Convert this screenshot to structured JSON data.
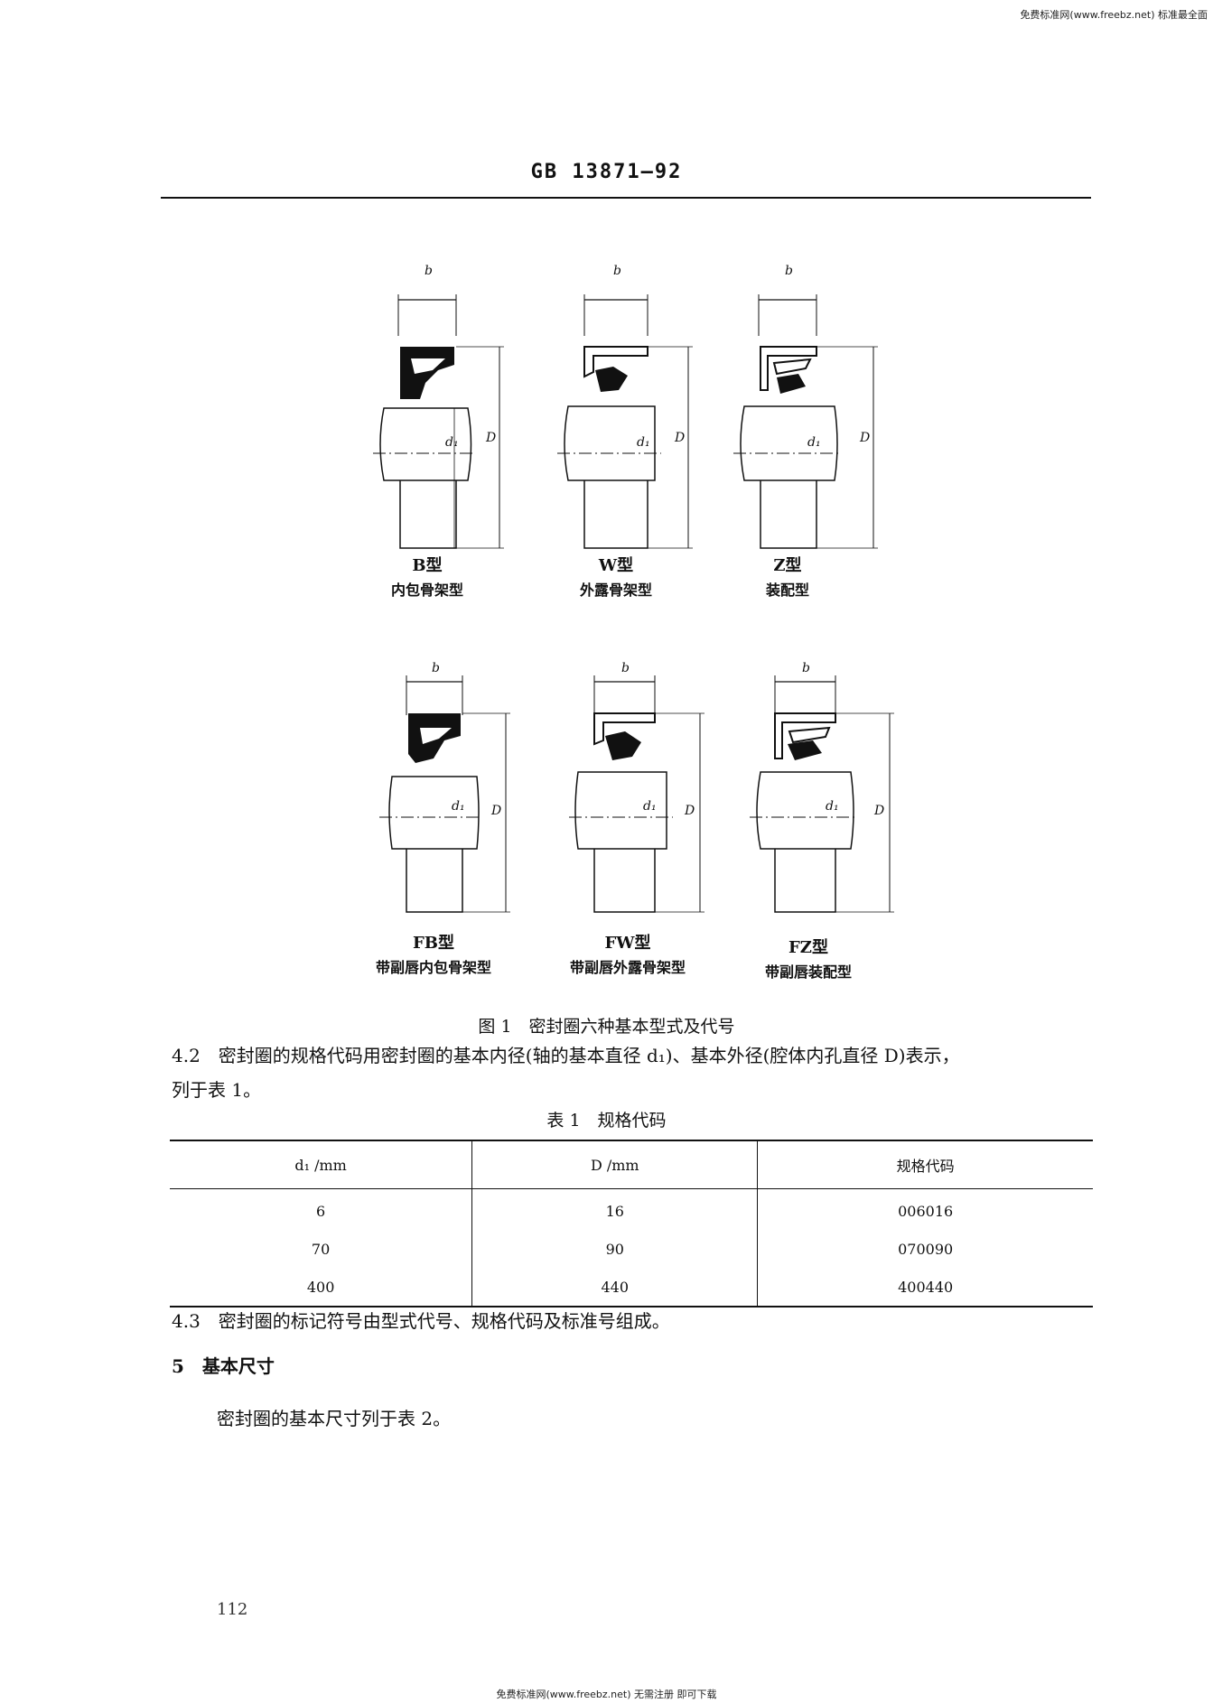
{
  "watermark_top": "免费标准网(www.freebz.net) 标准最全面",
  "header": {
    "standard_number": "GB 13871—92"
  },
  "figure": {
    "dim_b": "b",
    "dim_d1": "d₁",
    "dim_D": "D",
    "types": [
      {
        "code": "B型",
        "name": "内包骨架型"
      },
      {
        "code": "W型",
        "name": "外露骨架型"
      },
      {
        "code": "Z型",
        "name": "装配型"
      },
      {
        "code": "FB型",
        "name": "带副唇内包骨架型"
      },
      {
        "code": "FW型",
        "name": "带副唇外露骨架型"
      },
      {
        "code": "FZ型",
        "name": "带副唇装配型"
      }
    ],
    "caption": "图 1　密封圈六种基本型式及代号"
  },
  "section_4_2": {
    "line1": "4.2　密封圈的规格代码用密封圈的基本内径(轴的基本直径 d₁)、基本外径(腔体内孔直径 D)表示，",
    "line2": "列于表 1。"
  },
  "table1": {
    "caption": "表 1　规格代码",
    "headers": [
      "d₁ /mm",
      "D /mm",
      "规格代码"
    ],
    "rows": [
      [
        "6",
        "16",
        "006016"
      ],
      [
        "70",
        "90",
        "070090"
      ],
      [
        "400",
        "440",
        "400440"
      ]
    ]
  },
  "section_4_3": "4.3　密封圈的标记符号由型式代号、规格代码及标准号组成。",
  "section_5": {
    "heading": "5　基本尺寸",
    "text": "密封圈的基本尺寸列于表 2。"
  },
  "page_number": "112",
  "watermark_bottom": "免费标准网(www.freebz.net) 无需注册 即可下载"
}
